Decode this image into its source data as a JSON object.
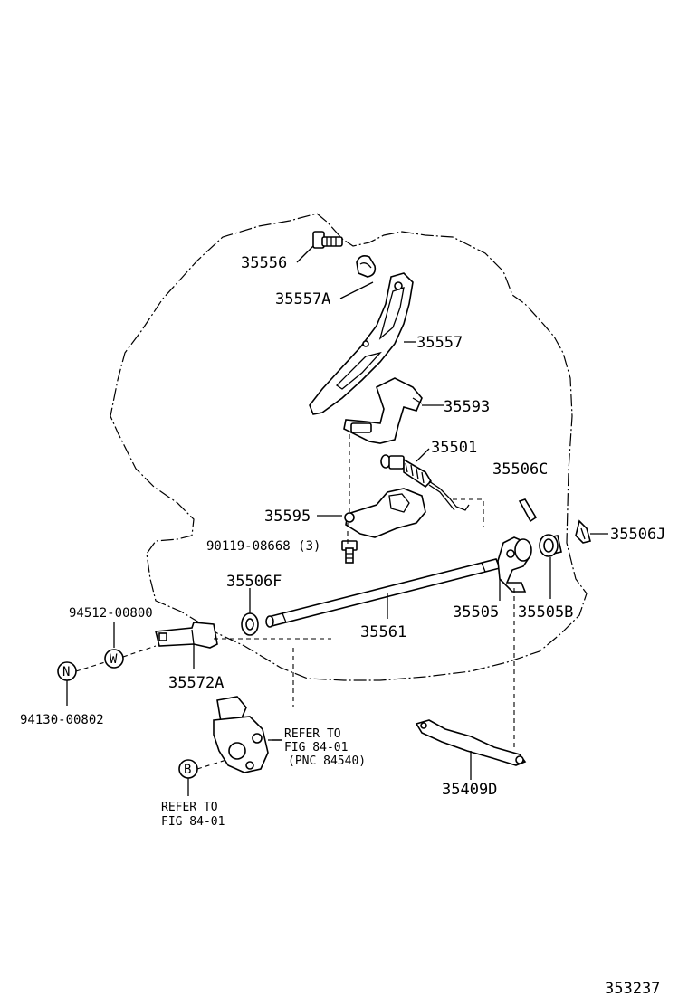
{
  "parts": {
    "p35556": "35556",
    "p35557A": "35557A",
    "p35557": "35557",
    "p35593": "35593",
    "p35501": "35501",
    "p35506C": "35506C",
    "p35506J": "35506J",
    "p35595": "35595",
    "p90119": "90119-08668 (3)",
    "p35506F": "35506F",
    "p35561": "35561",
    "p35505": "35505",
    "p35505B": "35505B",
    "p94512": "94512-00800",
    "p35572A": "35572A",
    "p94130": "94130-00802",
    "p35409D": "35409D"
  },
  "symbols": {
    "W": "W",
    "N": "N",
    "B": "B"
  },
  "notes": {
    "ref_right_line1": "REFER TO",
    "ref_right_line2": "FIG 84-01",
    "ref_right_line3": "(PNC 84540)",
    "ref_bottom_line1": "REFER TO",
    "ref_bottom_line2": "FIG 84-01"
  },
  "figure_id": "353237"
}
